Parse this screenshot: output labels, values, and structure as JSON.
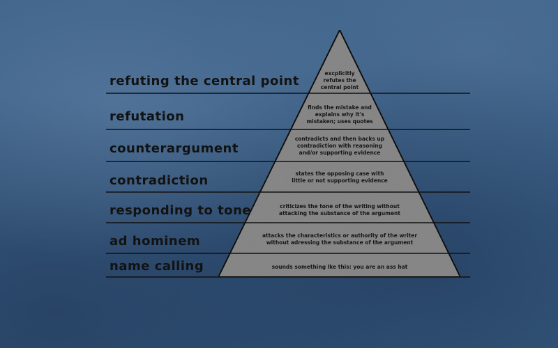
{
  "diagram": {
    "fill_color": "#8a8a8a",
    "line_color": "#111111",
    "background_color": "#3b5f85",
    "levels": [
      {
        "label": "refuting the central point",
        "description": "excplicitly\nrefutes the\ncentral point"
      },
      {
        "label": "refutation",
        "description": "finds the mistake and\nexplains why it's\nmistaken; uses quotes"
      },
      {
        "label": "counterargument",
        "description": "contradicts and then backs up\ncontradiction with reasoning\nand/or supporting evidence"
      },
      {
        "label": "contradiction",
        "description": "states the opposing case with\nlittle or not supporting evidence"
      },
      {
        "label": "responding to tone",
        "description": "criticizes the tone of the writing without\nattacking the substance of the argument"
      },
      {
        "label": "ad hominem",
        "description": "attacks the characteristics or authority of the writer\nwithout adressing the substance of the argument"
      },
      {
        "label": "name calling",
        "description": "sounds something lke this: you are an ass hat"
      }
    ]
  }
}
